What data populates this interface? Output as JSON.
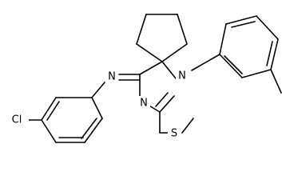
{
  "atoms": {
    "imine_n": "N",
    "ring_n_1": "N",
    "ring_n_3": "N",
    "sulfur": "S",
    "chlorine": "Cl"
  }
}
